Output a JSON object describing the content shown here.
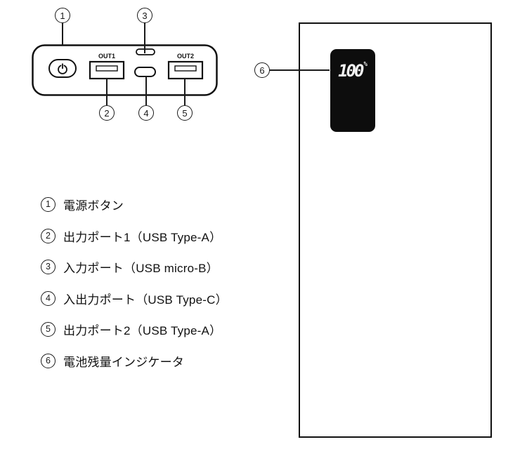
{
  "callouts": {
    "n1": "1",
    "n2": "2",
    "n3": "3",
    "n4": "4",
    "n5": "5",
    "n6": "6"
  },
  "device_top": {
    "out1_label": "OUT1",
    "out2_label": "OUT2"
  },
  "display": {
    "value": "100",
    "unit": "%"
  },
  "legend": {
    "items": [
      {
        "num": "1",
        "label": "電源ボタン"
      },
      {
        "num": "2",
        "label": "出力ポート1（USB Type-A）"
      },
      {
        "num": "3",
        "label": "入力ポート（USB micro-B）"
      },
      {
        "num": "4",
        "label": "入出力ポート（USB Type-C）"
      },
      {
        "num": "5",
        "label": "出力ポート2（USB Type-A）"
      },
      {
        "num": "6",
        "label": "電池残量インジケータ"
      }
    ]
  },
  "colors": {
    "line": "#1a1a1a",
    "display_bg": "#0d0d0d",
    "display_text": "#f5f5f5"
  }
}
